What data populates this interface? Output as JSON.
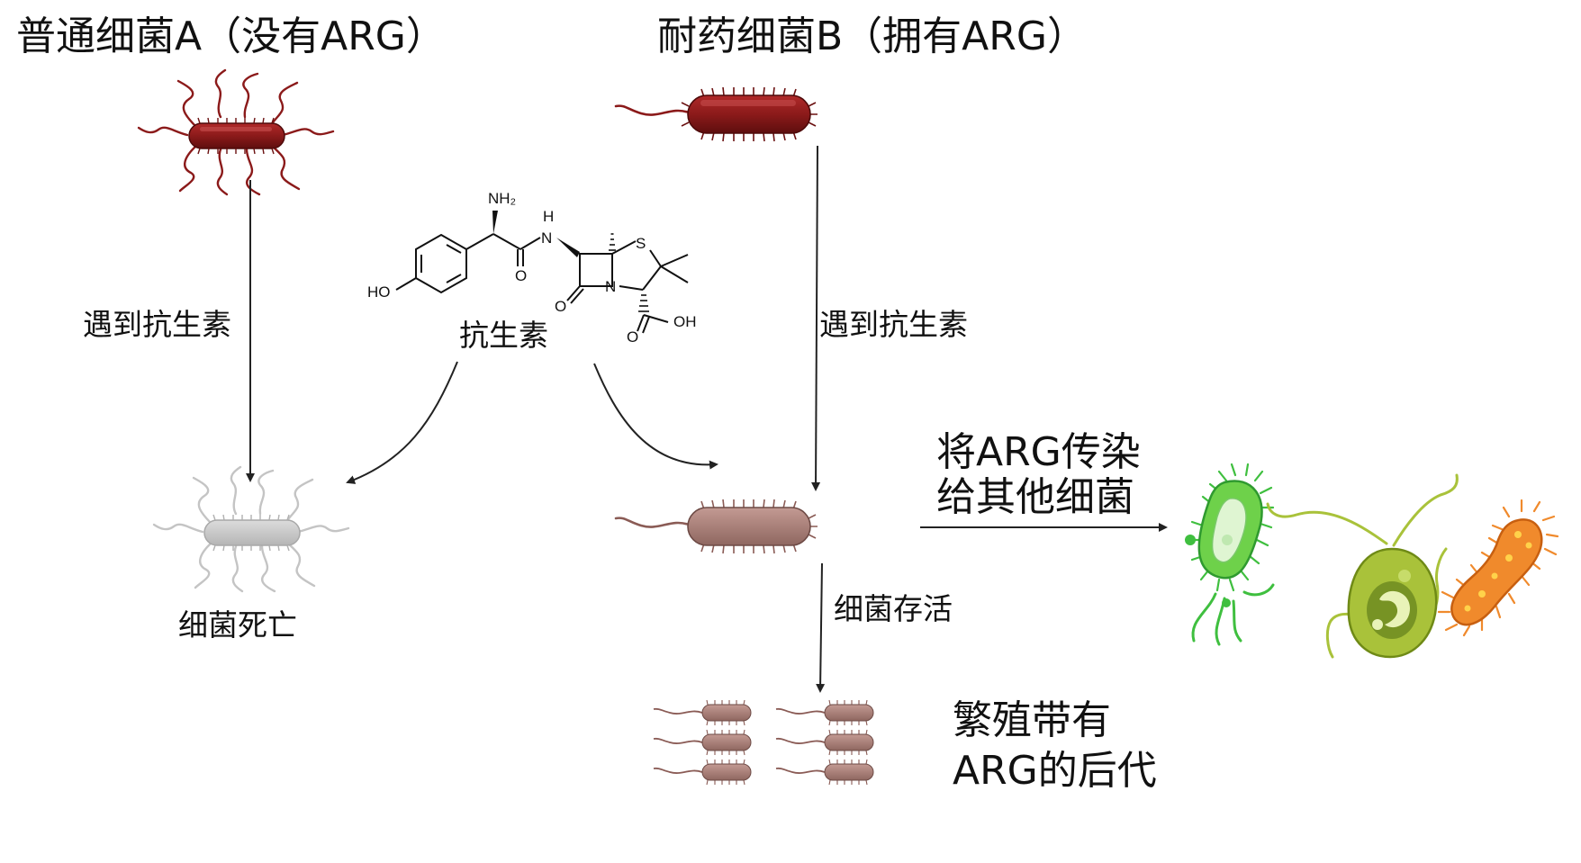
{
  "titles": {
    "bacteria_a": "普通细菌A（没有ARG）",
    "bacteria_b": "耐药细菌B（拥有ARG）"
  },
  "labels": {
    "meet_antibiotic_a": "遇到抗生素",
    "meet_antibiotic_b": "遇到抗生素",
    "antibiotic": "抗生素",
    "bacteria_death": "细菌死亡",
    "bacteria_survive": "细菌存活",
    "transfer_line1": "将ARG传染",
    "transfer_line2": "给其他细菌",
    "offspring_line1": "繁殖带有",
    "offspring_line2": "ARG的后代"
  },
  "molecule": {
    "nh2": "NH₂",
    "h": "H",
    "n_amide": "N",
    "o_amide": "O",
    "s": "S",
    "n_ring": "N",
    "o_lactam": "O",
    "ho": "HO",
    "oh": "OH",
    "o_acid": "O"
  },
  "colors": {
    "live_bacteria": "#8b1a1a",
    "dead_bacteria": "#c4c4c4",
    "survivor_bacteria": "#a57c76",
    "arrow": "#222222",
    "green_bacteria": "#6ed14a",
    "olive_bacteria": "#a9c23a",
    "orange_bacteria": "#f08a2c"
  }
}
